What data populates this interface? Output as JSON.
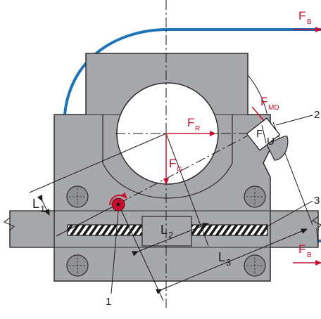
{
  "colors": {
    "housing": "#a6a8ab",
    "housing_stroke": "#2b2b2b",
    "belt": "#1f73b7",
    "force": "#c8102e",
    "bolt": "#8f9194",
    "pivot": "#c8102e"
  },
  "labels": {
    "fb_top": {
      "main": "F",
      "sub": "B"
    },
    "fb_bottom": {
      "main": "F",
      "sub": "B"
    },
    "fmd": {
      "main": "F",
      "sub": "MD"
    },
    "fr": {
      "main": "F",
      "sub": "R"
    },
    "fg": {
      "main": "F",
      "sub": "G"
    },
    "l1": {
      "main": "L",
      "sub": "1"
    },
    "l2": {
      "main": "L",
      "sub": "2"
    },
    "l3": {
      "main": "L",
      "sub": "3"
    },
    "sensor_f": "F",
    "sensor_u": "U",
    "callout_1": "1",
    "callout_2": "2",
    "callout_3": "3"
  },
  "icons": [
    "bolt-icon",
    "pivot-icon",
    "rotation-arrow-icon",
    "force-sensor-icon",
    "break-line-icon"
  ]
}
